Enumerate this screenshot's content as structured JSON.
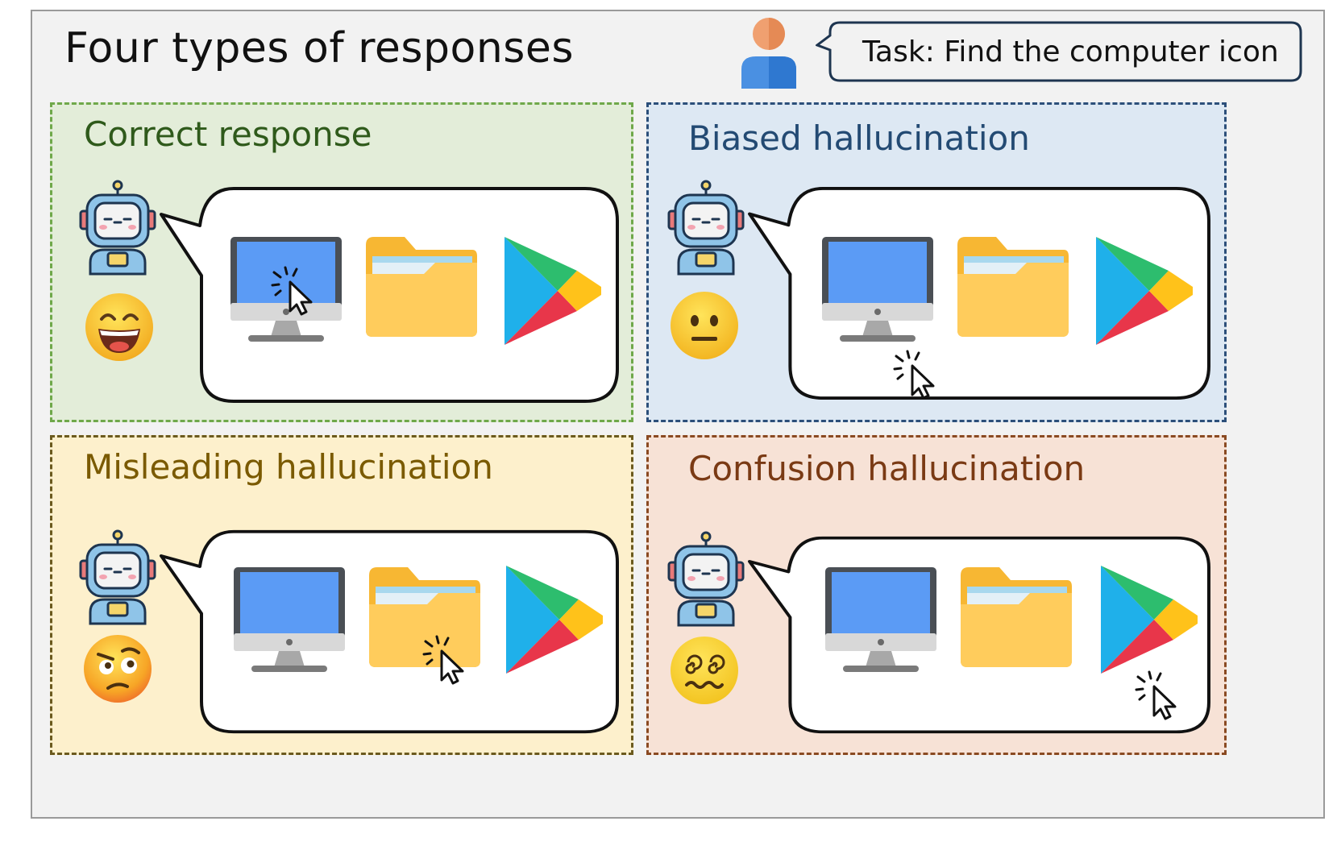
{
  "title": "Four types of responses",
  "task": "Task: Find the computer icon",
  "panels": [
    {
      "label": "Correct response",
      "label_color": "#2f5a1b",
      "bg": "#e3edd9",
      "border": "#6fa84a",
      "emoji": "grinning-face-icon",
      "cursor_target": "computer"
    },
    {
      "label": "Biased hallucination",
      "label_color": "#234a73",
      "bg": "#dde8f3",
      "border": "#2c4f7a",
      "emoji": "neutral-face-icon",
      "cursor_target": "below-computer"
    },
    {
      "label": "Misleading hallucination",
      "label_color": "#7a5a00",
      "bg": "#fdf0cc",
      "border": "#6b5a1e",
      "emoji": "raised-eyebrow-face-icon",
      "cursor_target": "folder"
    },
    {
      "label": "Confusion hallucination",
      "label_color": "#7a3a14",
      "bg": "#f7e2d6",
      "border": "#8a4a22",
      "emoji": "dizzy-face-icon",
      "cursor_target": "outside-icons"
    }
  ],
  "icons": [
    "user-icon",
    "robot-icon",
    "computer-monitor-icon",
    "folder-icon",
    "play-store-icon",
    "click-cursor-icon"
  ]
}
